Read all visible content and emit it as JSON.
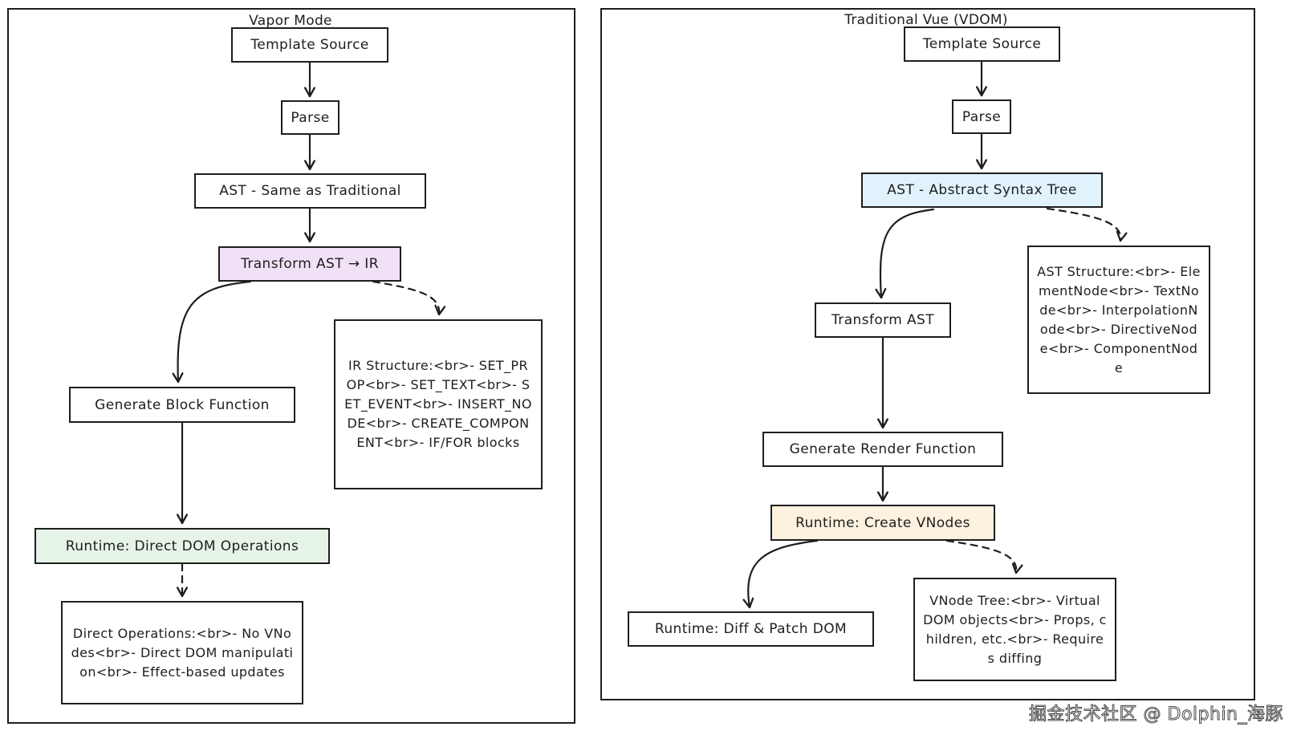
{
  "vapor": {
    "title": "Vapor Mode",
    "template_source": "Template Source",
    "parse": "Parse",
    "ast": "AST - Same as Traditional",
    "transform": "Transform AST → IR",
    "ir_note": "IR Structure:<br>- SET_PROP<br>- SET_TEXT<br>- SET_EVENT<br>- INSERT_NODE<br>- CREATE_COMPONENT<br>- IF/FOR blocks",
    "generate": "Generate Block Function",
    "runtime": "Runtime: Direct DOM Operations",
    "runtime_note": "Direct Operations:<br>- No VNodes<br>- Direct DOM manipulation<br>- Effect-based updates"
  },
  "traditional": {
    "title": "Traditional Vue (VDOM)",
    "template_source": "Template Source",
    "parse": "Parse",
    "ast": "AST - Abstract Syntax Tree",
    "ast_note": "AST Structure:<br>- ElementNode<br>- TextNode<br>- InterpolationNode<br>- DirectiveNode<br>- ComponentNode",
    "transform": "Transform AST",
    "generate": "Generate Render Function",
    "runtime_vnodes": "Runtime: Create VNodes",
    "vnode_note": "VNode Tree:<br>- Virtual DOM objects<br>- Props, children, etc.<br>- Requires diffing",
    "diff_patch": "Runtime: Diff & Patch DOM"
  },
  "colors": {
    "purple_fill": "#f1e1f6",
    "green_fill": "#e6f4e7",
    "blue_fill": "#e2f2fd",
    "orange_fill": "#fdf1df"
  },
  "watermark": "掘金技术社区 @ Dolphin_海豚"
}
